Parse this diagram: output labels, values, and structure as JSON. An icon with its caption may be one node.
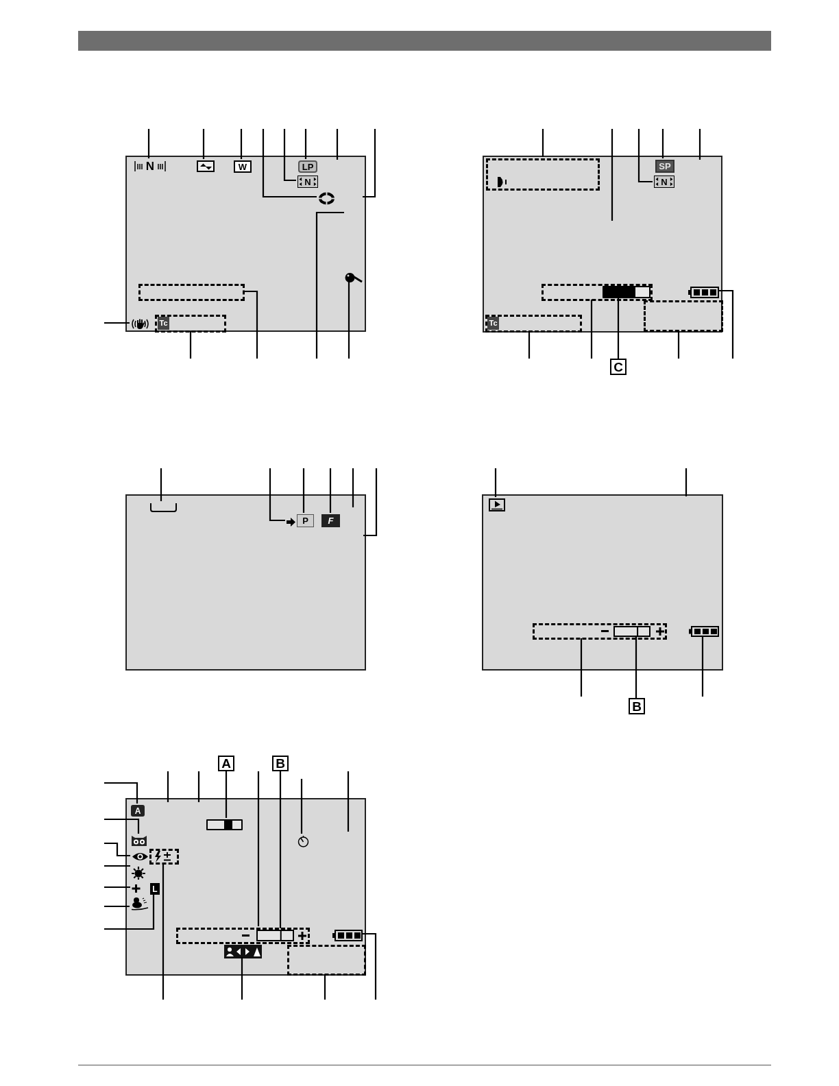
{
  "diagram": {
    "nodes": [
      {
        "text": [],
        "shape": "box"
      },
      {
        "text": [
          "N"
        ],
        "in": 0
      },
      {
        "text": [],
        "shape": "picture",
        "in": 0
      },
      {
        "text": [
          "W"
        ],
        "in": 0
      },
      {
        "text": [
          "LP"
        ],
        "in": 0
      },
      {
        "text": [
          "N"
        ],
        "in": 0
      },
      {
        "text": [],
        "shape": "circle",
        "in": 0
      },
      {
        "text": [],
        "shape": "picture",
        "in": 0
      },
      {
        "text": [],
        "shape": "box",
        "in": 0
      },
      {
        "text": [],
        "shape": "picture",
        "in": 0
      },
      {
        "text": [],
        "shape": "box",
        "in": 0
      },
      {
        "text": [
          "Tc"
        ],
        "in": 10
      },
      {
        "text": [],
        "shape": "box"
      },
      {
        "text": [],
        "shape": "box",
        "in": 12
      },
      {
        "text": [],
        "shape": "picture",
        "in": 13
      },
      {
        "text": [
          "SP"
        ],
        "in": 12
      },
      {
        "text": [
          "N"
        ],
        "in": 12
      },
      {
        "text": [],
        "shape": "box",
        "in": 12
      },
      {
        "text": [],
        "shape": "bar",
        "in": 17
      },
      {
        "text": [],
        "shape": "picture",
        "in": 12
      },
      {
        "text": [],
        "shape": "box",
        "in": 12
      },
      {
        "text": [],
        "shape": "box",
        "in": 12
      },
      {
        "text": [
          "Tc"
        ],
        "in": 21
      },
      {
        "text": [
          "C"
        ]
      },
      {
        "text": [],
        "shape": "box"
      },
      {
        "text": [],
        "shape": "picture",
        "in": 24
      },
      {
        "text": [],
        "shape": "picture",
        "in": 24
      },
      {
        "text": [
          "P"
        ],
        "in": 24
      },
      {
        "text": [
          "F"
        ],
        "in": 24
      },
      {
        "text": [],
        "shape": "box"
      },
      {
        "text": [],
        "shape": "picture",
        "in": 29
      },
      {
        "text": [],
        "shape": "box",
        "in": 29
      },
      {
        "text": [],
        "shape": "box",
        "in": 31
      },
      {
        "text": [],
        "shape": "picture",
        "in": 29
      },
      {
        "text": [
          "B"
        ]
      },
      {
        "text": [],
        "shape": "box"
      },
      {
        "text": [
          "A"
        ],
        "in": 35
      },
      {
        "text": [],
        "shape": "bar",
        "in": 35
      },
      {
        "text": [],
        "shape": "circle",
        "in": 35
      },
      {
        "text": [],
        "shape": "picture",
        "in": 35
      },
      {
        "text": [],
        "shape": "picture",
        "in": 35
      },
      {
        "text": [],
        "shape": "box",
        "in": 35
      },
      {
        "text": [],
        "shape": "circle",
        "in": 35
      },
      {
        "text": [],
        "shape": "picture",
        "in": 35
      },
      {
        "text": [
          "L"
        ],
        "in": 35
      },
      {
        "text": [],
        "shape": "picture",
        "in": 35
      },
      {
        "text": [],
        "shape": "box",
        "in": 35
      },
      {
        "text": [],
        "shape": "box",
        "in": 46
      },
      {
        "text": [],
        "shape": "picture",
        "in": 35
      },
      {
        "text": [],
        "shape": "picture",
        "in": 35
      },
      {
        "text": [],
        "shape": "box",
        "in": 35
      },
      {
        "text": [
          "A"
        ]
      },
      {
        "text": [
          "B"
        ]
      }
    ],
    "edges": [
      {
        "from": null,
        "to": 1,
        "arrow": "none"
      },
      {
        "from": null,
        "to": 2,
        "arrow": "none"
      },
      {
        "from": null,
        "to": 3,
        "arrow": "none"
      },
      {
        "from": null,
        "to": 6,
        "arrow": "none"
      },
      {
        "from": null,
        "to": 5,
        "arrow": "none"
      },
      {
        "from": null,
        "to": 4,
        "arrow": "none"
      },
      {
        "from": null,
        "to": 0,
        "arrow": "none"
      },
      {
        "from": null,
        "to": 0,
        "arrow": "none"
      },
      {
        "from": null,
        "to": 9,
        "arrow": "none"
      },
      {
        "from": null,
        "to": 10,
        "arrow": "none"
      },
      {
        "from": null,
        "to": 8,
        "arrow": "none"
      },
      {
        "from": null,
        "to": 0,
        "arrow": "none"
      },
      {
        "from": null,
        "to": 7,
        "arrow": "none"
      },
      {
        "from": null,
        "to": 13,
        "arrow": "none"
      },
      {
        "from": null,
        "to": 12,
        "arrow": "none"
      },
      {
        "from": null,
        "to": 16,
        "arrow": "none"
      },
      {
        "from": null,
        "to": 15,
        "arrow": "none"
      },
      {
        "from": null,
        "to": 12,
        "arrow": "none"
      },
      {
        "from": null,
        "to": 21,
        "arrow": "none"
      },
      {
        "from": null,
        "to": 17,
        "arrow": "none"
      },
      {
        "from": 23,
        "to": 18,
        "arrow": "none"
      },
      {
        "from": null,
        "to": 20,
        "arrow": "none"
      },
      {
        "from": null,
        "to": 19,
        "arrow": "none"
      },
      {
        "from": null,
        "to": 25,
        "arrow": "none"
      },
      {
        "from": null,
        "to": 26,
        "arrow": "none"
      },
      {
        "from": null,
        "to": 27,
        "arrow": "none"
      },
      {
        "from": null,
        "to": 28,
        "arrow": "none"
      },
      {
        "from": null,
        "to": 24,
        "arrow": "none"
      },
      {
        "from": null,
        "to": 24,
        "arrow": "none"
      },
      {
        "from": null,
        "to": 30,
        "arrow": "none"
      },
      {
        "from": null,
        "to": 29,
        "arrow": "none"
      },
      {
        "from": null,
        "to": 31,
        "arrow": "none"
      },
      {
        "from": 34,
        "to": 32,
        "arrow": "none"
      },
      {
        "from": null,
        "to": 33,
        "arrow": "none"
      },
      {
        "from": null,
        "to": 36,
        "arrow": "none"
      },
      {
        "from": null,
        "to": 39,
        "arrow": "none"
      },
      {
        "from": null,
        "to": 40,
        "arrow": "none"
      },
      {
        "from": null,
        "to": 42,
        "arrow": "none"
      },
      {
        "from": null,
        "to": 43,
        "arrow": "none"
      },
      {
        "from": null,
        "to": 45,
        "arrow": "none"
      },
      {
        "from": null,
        "to": 44,
        "arrow": "none"
      },
      {
        "from": null,
        "to": 35,
        "arrow": "none"
      },
      {
        "from": null,
        "to": 35,
        "arrow": "none"
      },
      {
        "from": 51,
        "to": 37,
        "arrow": "none"
      },
      {
        "from": null,
        "to": 46,
        "arrow": "none"
      },
      {
        "from": 52,
        "to": 47,
        "arrow": "none"
      },
      {
        "from": null,
        "to": 38,
        "arrow": "none"
      },
      {
        "from": null,
        "to": 35,
        "arrow": "none"
      },
      {
        "from": null,
        "to": 41,
        "arrow": "none"
      },
      {
        "from": null,
        "to": 49,
        "arrow": "none"
      },
      {
        "from": null,
        "to": 50,
        "arrow": "none"
      },
      {
        "from": null,
        "to": 48,
        "arrow": "none"
      }
    ]
  }
}
